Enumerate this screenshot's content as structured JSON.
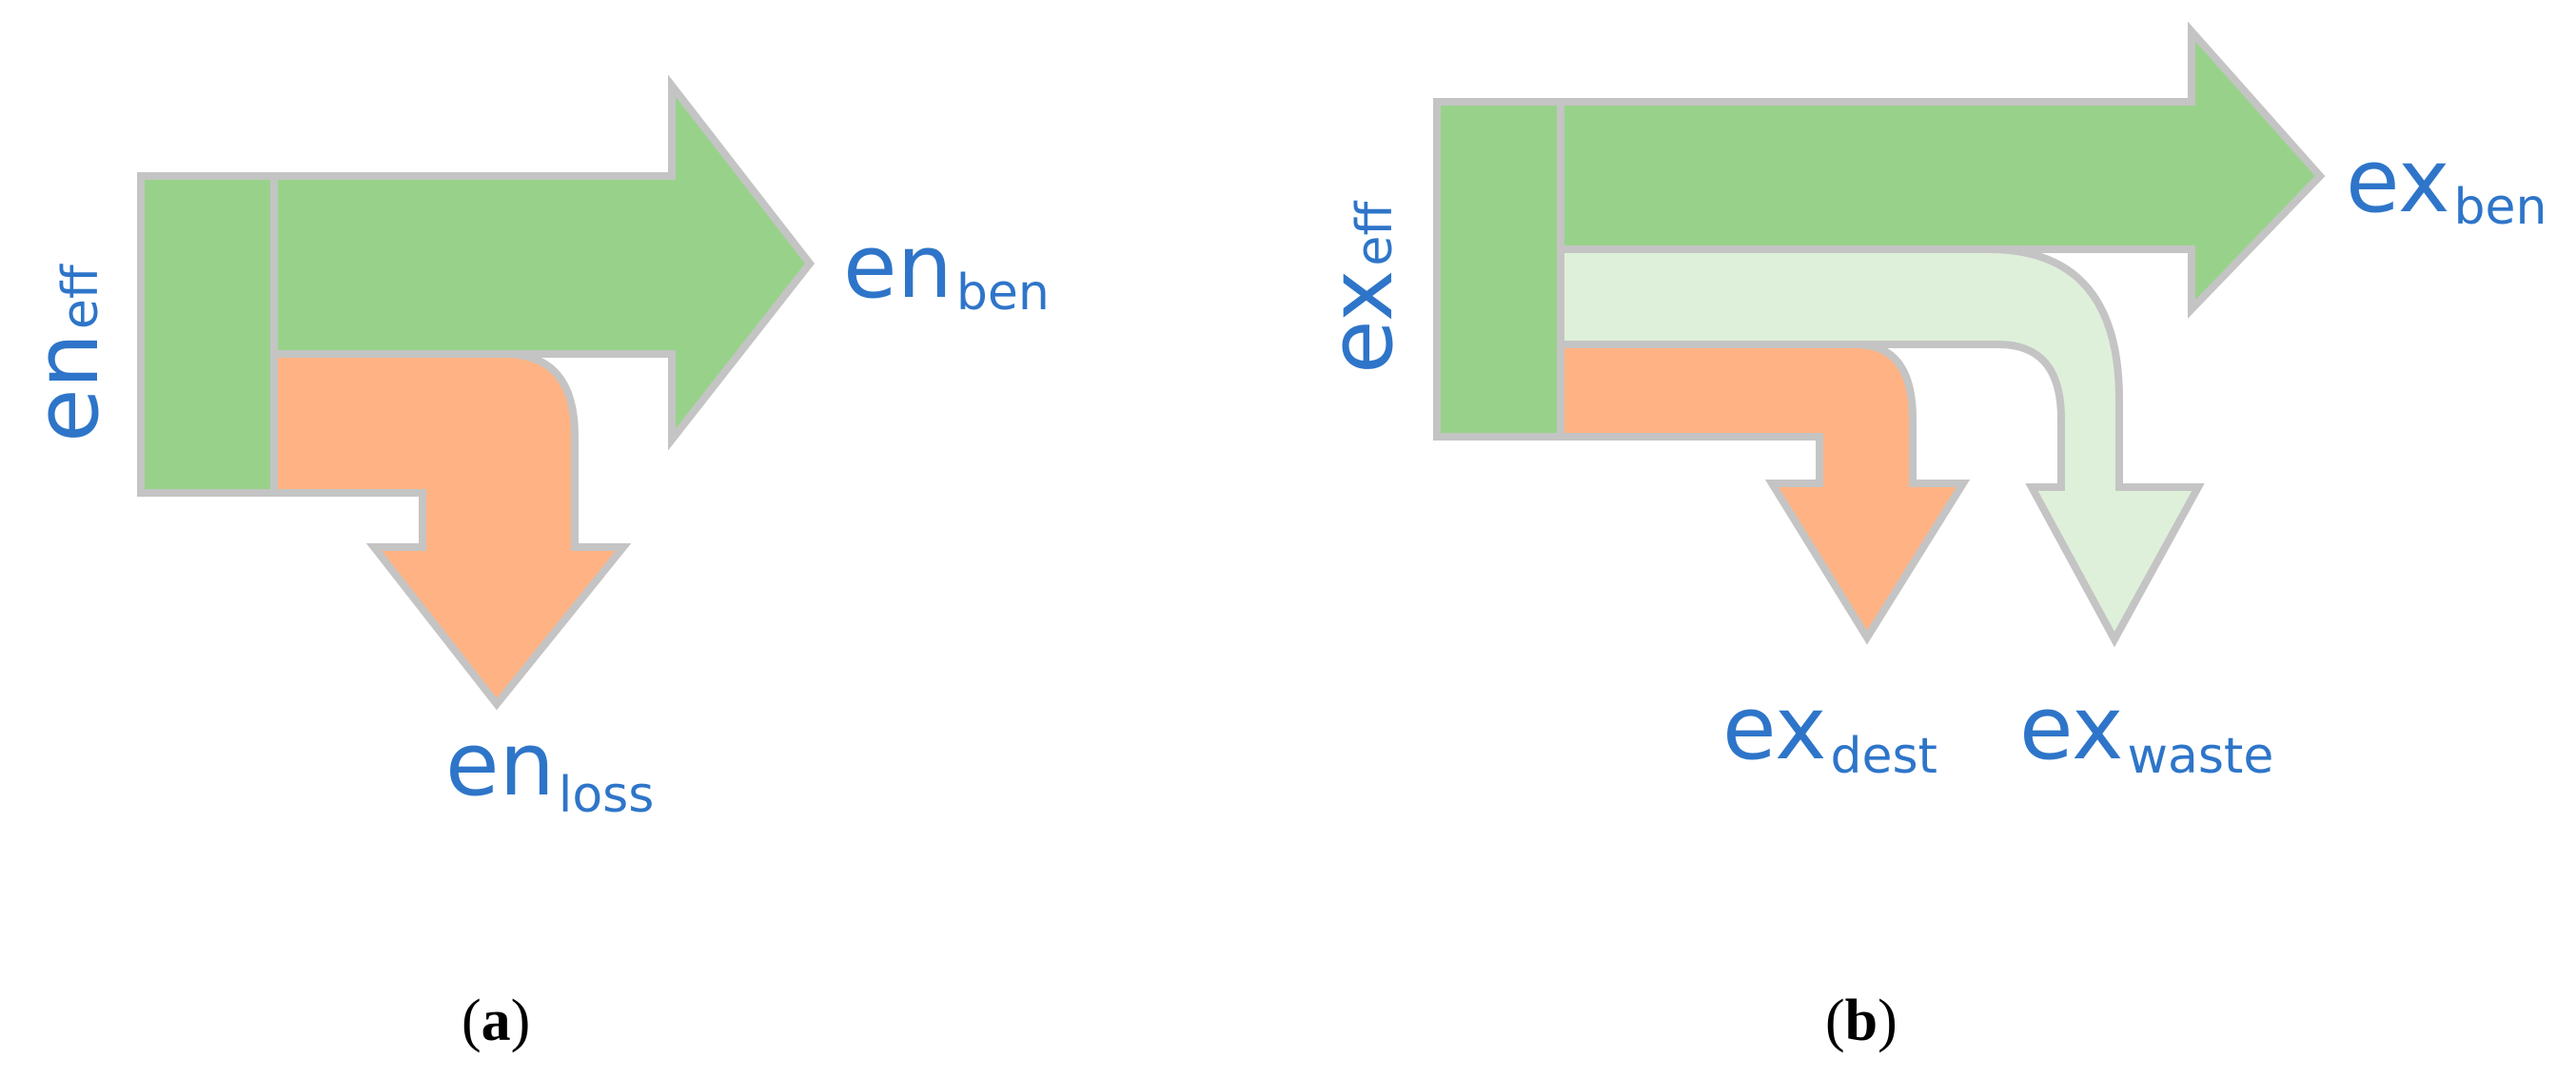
{
  "colors": {
    "effective": "#98d28a",
    "beneficial": "#98d28a",
    "loss": "#ffb384",
    "waste": "#dff0da",
    "outline": "#c4c4c4",
    "label": "#2e75c9"
  },
  "panel_a": {
    "caption_open": "(",
    "caption_letter": "a",
    "caption_close": ")",
    "effective": {
      "base": "en",
      "sub": "eff"
    },
    "beneficial": {
      "base": "en",
      "sub": "ben"
    },
    "loss": {
      "base": "en",
      "sub": "loss"
    }
  },
  "panel_b": {
    "caption_open": "(",
    "caption_letter": "b",
    "caption_close": ")",
    "effective": {
      "base": "ex",
      "sub": "eff"
    },
    "beneficial": {
      "base": "ex",
      "sub": "ben"
    },
    "destruction": {
      "base": "ex",
      "sub": "dest"
    },
    "waste": {
      "base": "ex",
      "sub": "waste"
    }
  }
}
